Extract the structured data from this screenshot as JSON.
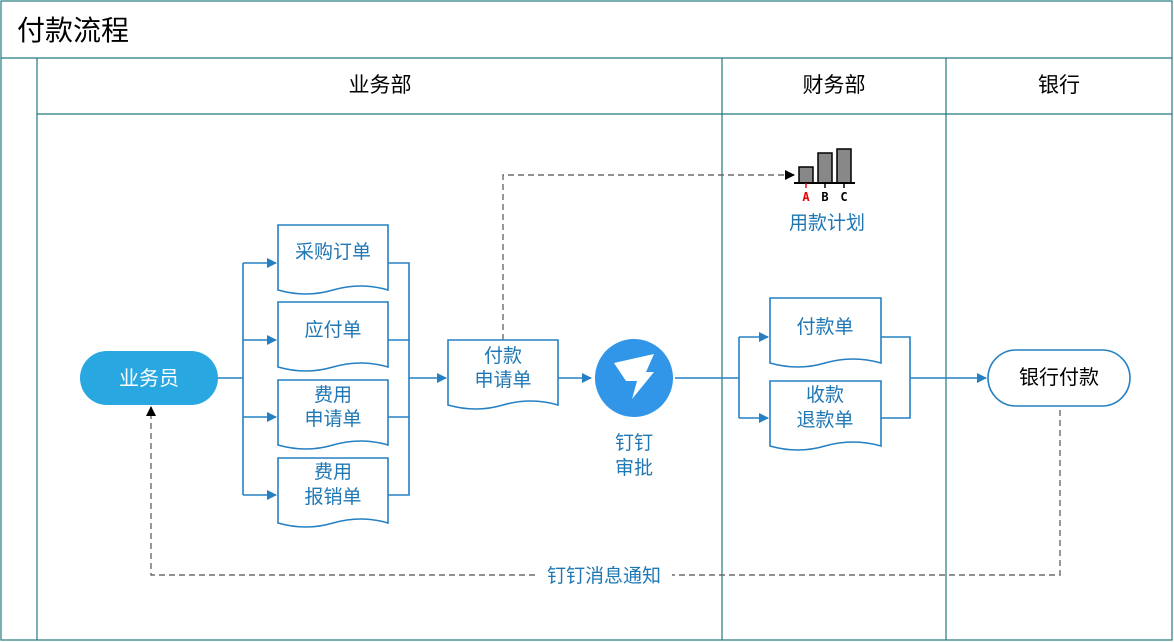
{
  "title": "付款流程",
  "lanes": [
    "业务部",
    "财务部",
    "银行"
  ],
  "nodes": {
    "salesperson": "业务员",
    "purchase_order": "采购订单",
    "payable": "应付单",
    "expense_request": [
      "费用",
      "申请单"
    ],
    "expense_claim": [
      "费用",
      "报销单"
    ],
    "payment_request": [
      "付款",
      "申请单"
    ],
    "dingtalk_approval": [
      "钉钉",
      "审批"
    ],
    "fund_plan": "用款计划",
    "fund_plan_icon_letters": [
      "A",
      "B",
      "C"
    ],
    "payment_voucher": "付款单",
    "receipt_refund": [
      "收款",
      "退款单"
    ],
    "bank_payment": "银行付款"
  },
  "edges": {
    "notification": "钉钉消息通知"
  },
  "colors": {
    "border": "#217a80",
    "line": "#2580c3",
    "accent": "#28a7e1",
    "text": "#000000",
    "blue_text": "#1f77b4",
    "dashed": "#6b6b6b"
  },
  "icons": [
    "dingtalk-logo-icon",
    "bar-chart-abc-icon"
  ]
}
